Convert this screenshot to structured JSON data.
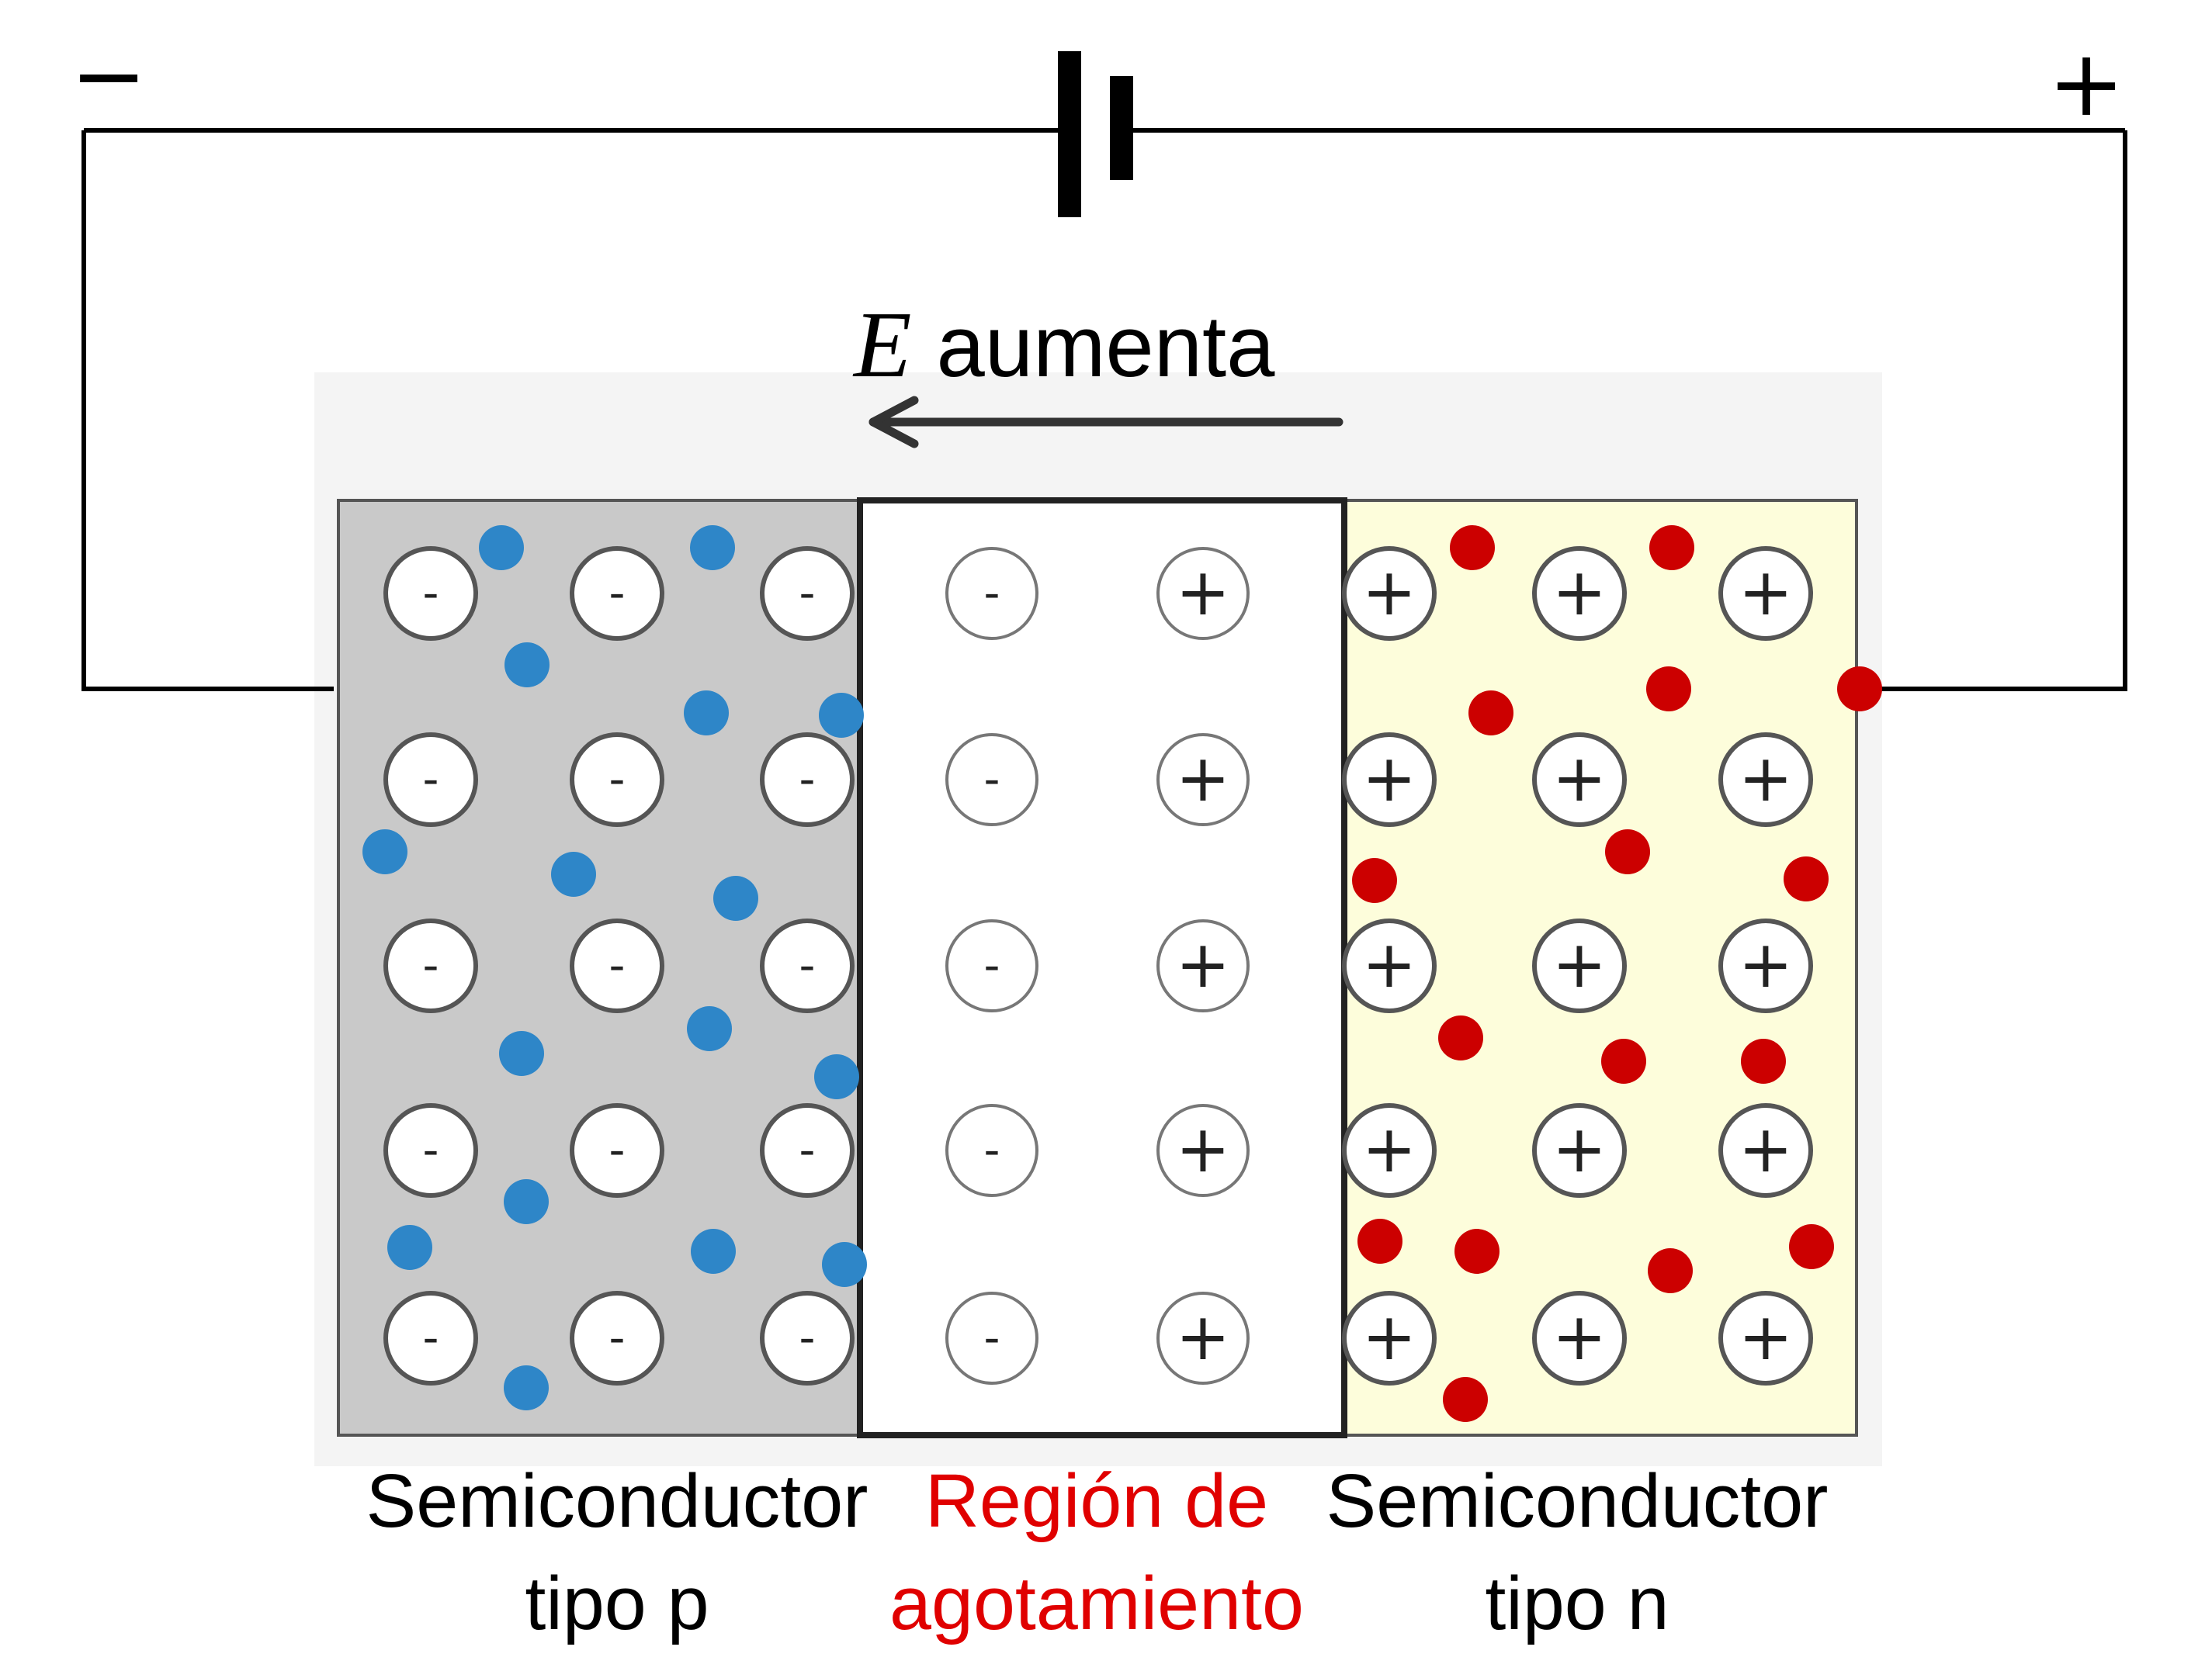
{
  "circuit": {
    "battery_negative_sign": "−",
    "battery_positive_sign": "+"
  },
  "field_label": {
    "symbol": "E",
    "text": "aumenta"
  },
  "regions": {
    "p_type": {
      "line1": "Semiconductor",
      "line2": "tipo p",
      "fill": "#c9c9c9",
      "ion_symbol": "-",
      "carrier_color": "#2e86c8"
    },
    "depletion": {
      "line1": "Región de",
      "line2": "agotamiento",
      "fill": "#ffffff",
      "label_color": "#e00000",
      "negative_symbol": "-",
      "positive_symbol": "+"
    },
    "n_type": {
      "line1": "Semiconductor",
      "line2": "tipo n",
      "fill": "#fdfddb",
      "ion_symbol": "+",
      "carrier_color": "#cc0000"
    }
  },
  "colors": {
    "wire": "#000000",
    "arrow": "#333333",
    "background_panel": "#f4f4f4"
  }
}
